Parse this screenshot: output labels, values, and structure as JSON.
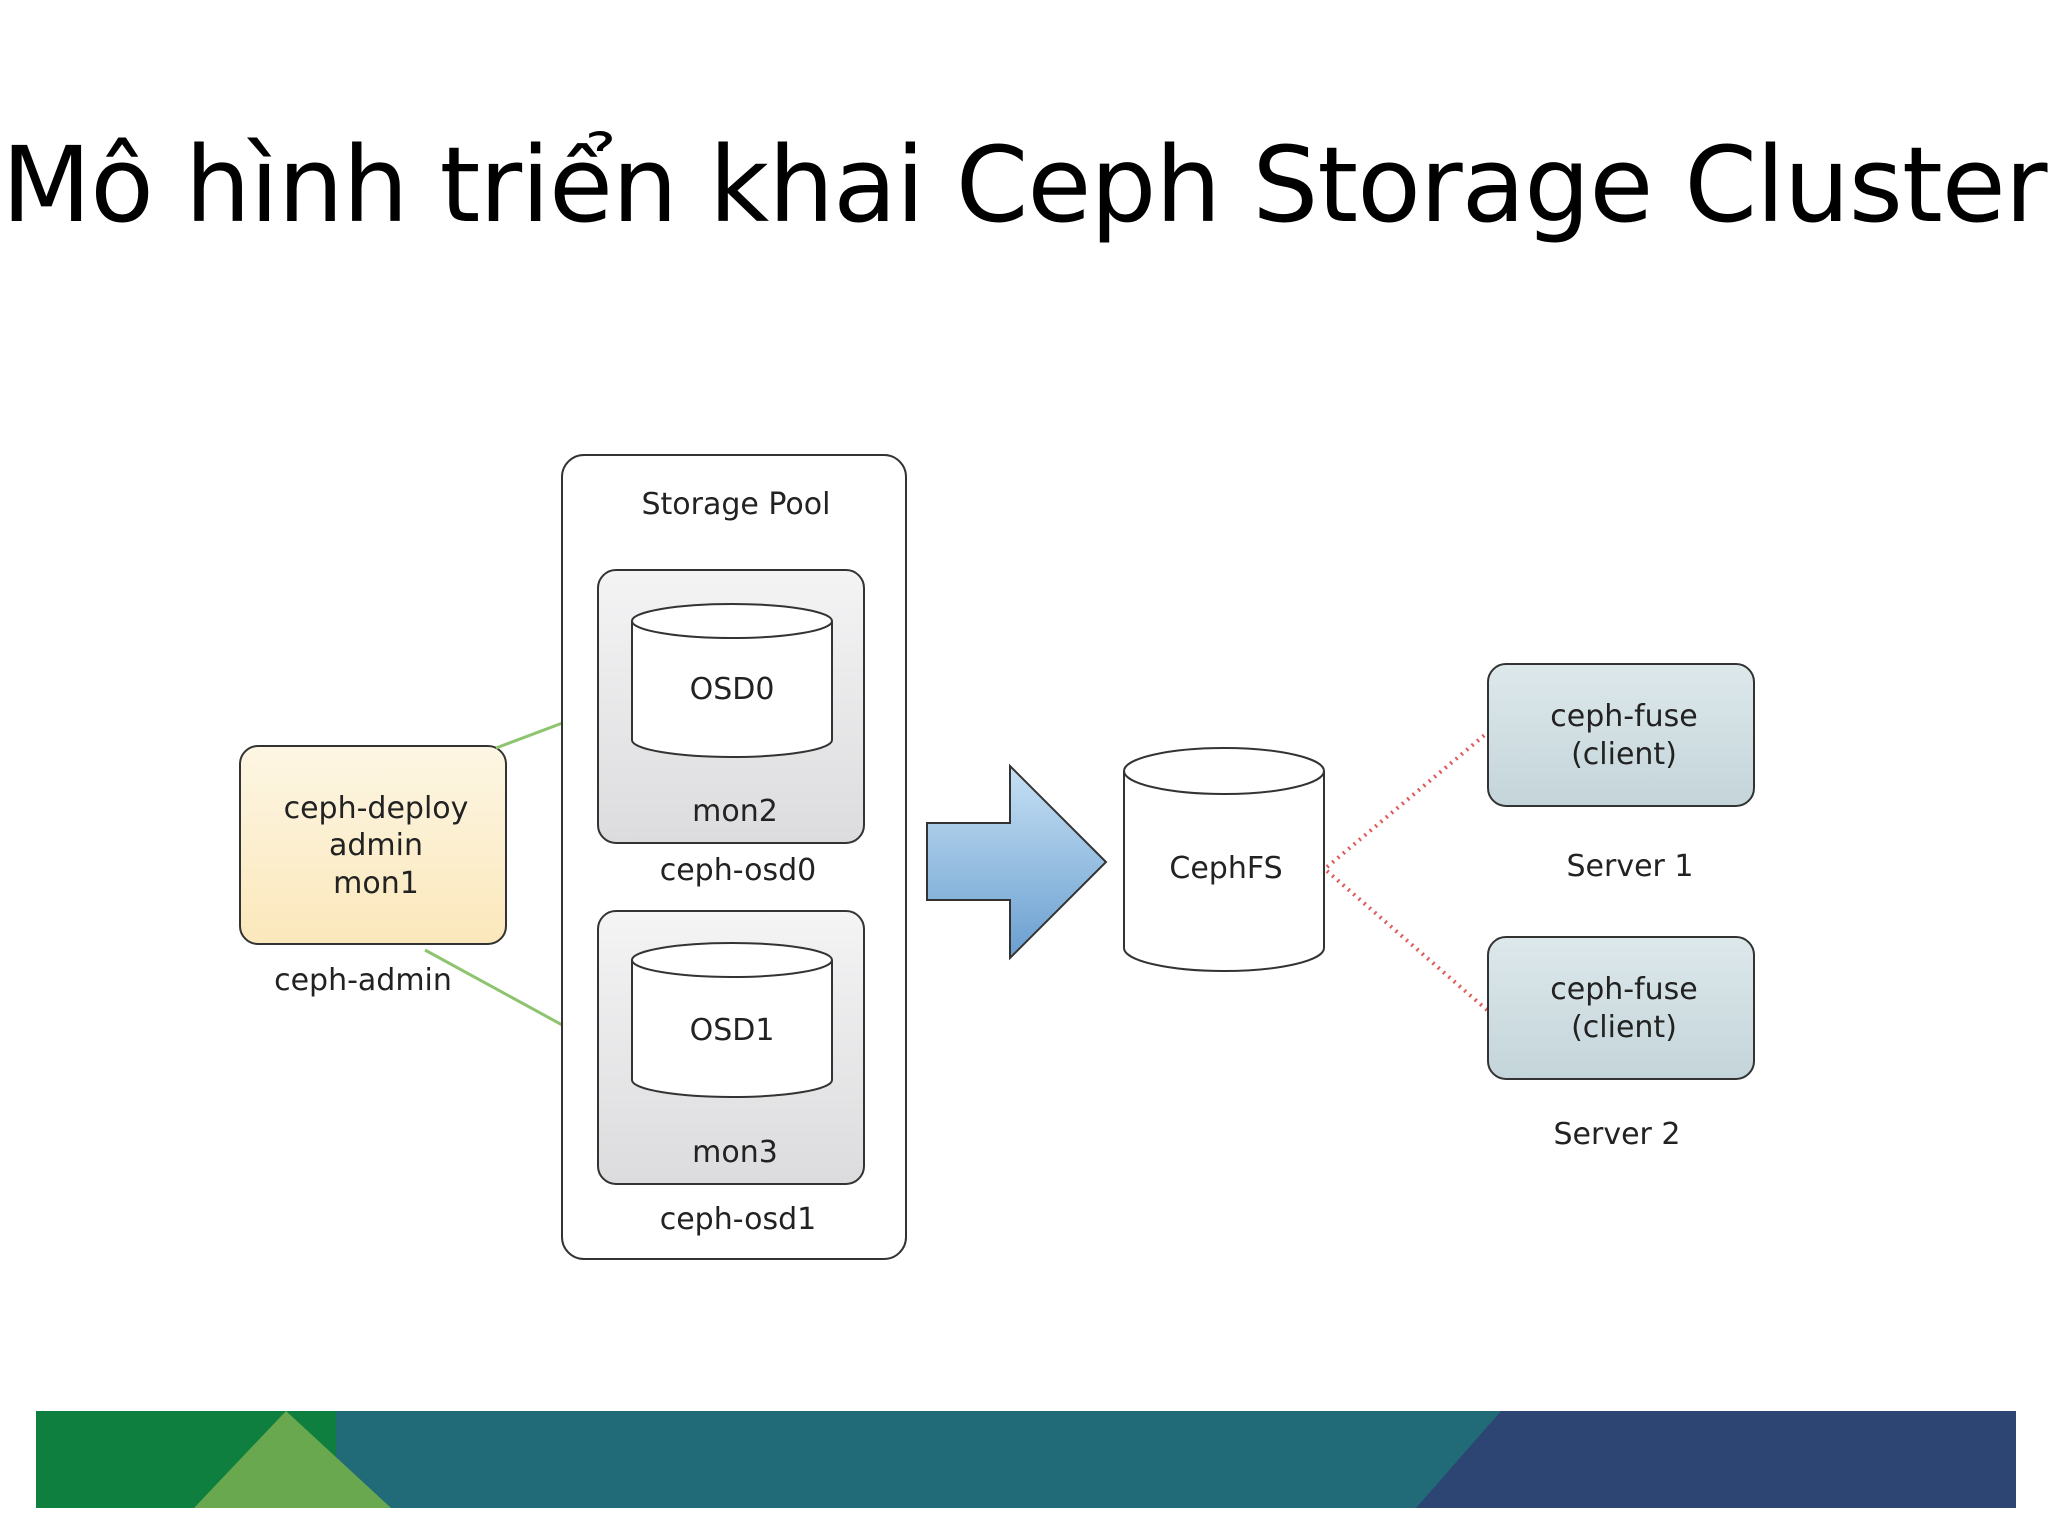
{
  "slide": {
    "title": "Mô hình triển khai Ceph Storage Cluster"
  },
  "diagram": {
    "admin_node": {
      "lines": [
        "ceph-deploy",
        "admin",
        "mon1"
      ],
      "caption": "ceph-admin"
    },
    "storage_pool": {
      "label": "Storage Pool",
      "nodes": [
        {
          "disk": "OSD0",
          "mon": "mon2",
          "caption": "ceph-osd0"
        },
        {
          "disk": "OSD1",
          "mon": "mon3",
          "caption": "ceph-osd1"
        }
      ]
    },
    "filesystem": {
      "label": "CephFS"
    },
    "clients": [
      {
        "line1": "ceph-fuse",
        "line2": "(client)",
        "caption": "Server 1"
      },
      {
        "line1": "ceph-fuse",
        "line2": "(client)",
        "caption": "Server 2"
      }
    ],
    "colors": {
      "admin_fill_top": "#fdf5e0",
      "admin_fill_bottom": "#fbe9bf",
      "node_fill": "#e8e8ea",
      "client_fill": "#cfdde1",
      "green_arrow": "#8ec46f",
      "blue_arrow_top": "#bcd8f0",
      "blue_arrow_bottom": "#6fa6d6",
      "red_dotted": "#e05a5a"
    }
  },
  "footer": {
    "colors": [
      "#0e7f3e",
      "#6aa84f",
      "#216b78",
      "#2d4572"
    ]
  }
}
